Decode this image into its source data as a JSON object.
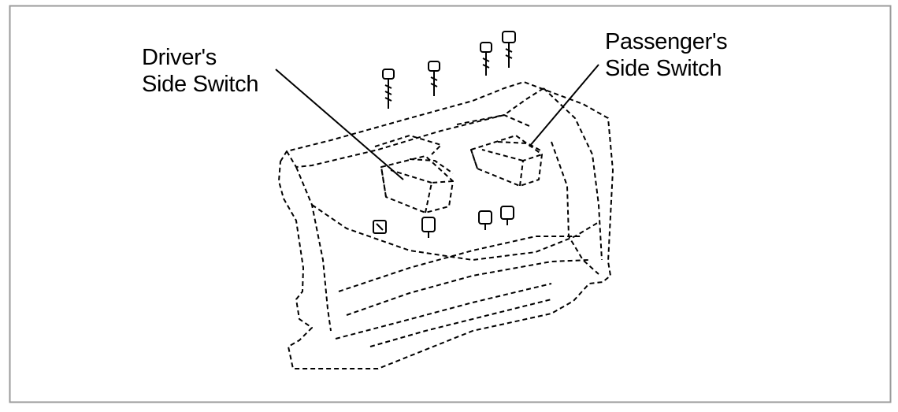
{
  "diagram": {
    "labels": {
      "driver": [
        "Driver's",
        "Side Switch"
      ],
      "passenger": [
        "Passenger's",
        "Side Switch"
      ]
    },
    "colors": {
      "ink": "#000000",
      "background": "#ffffff",
      "frame": "#9a9a9a"
    }
  }
}
